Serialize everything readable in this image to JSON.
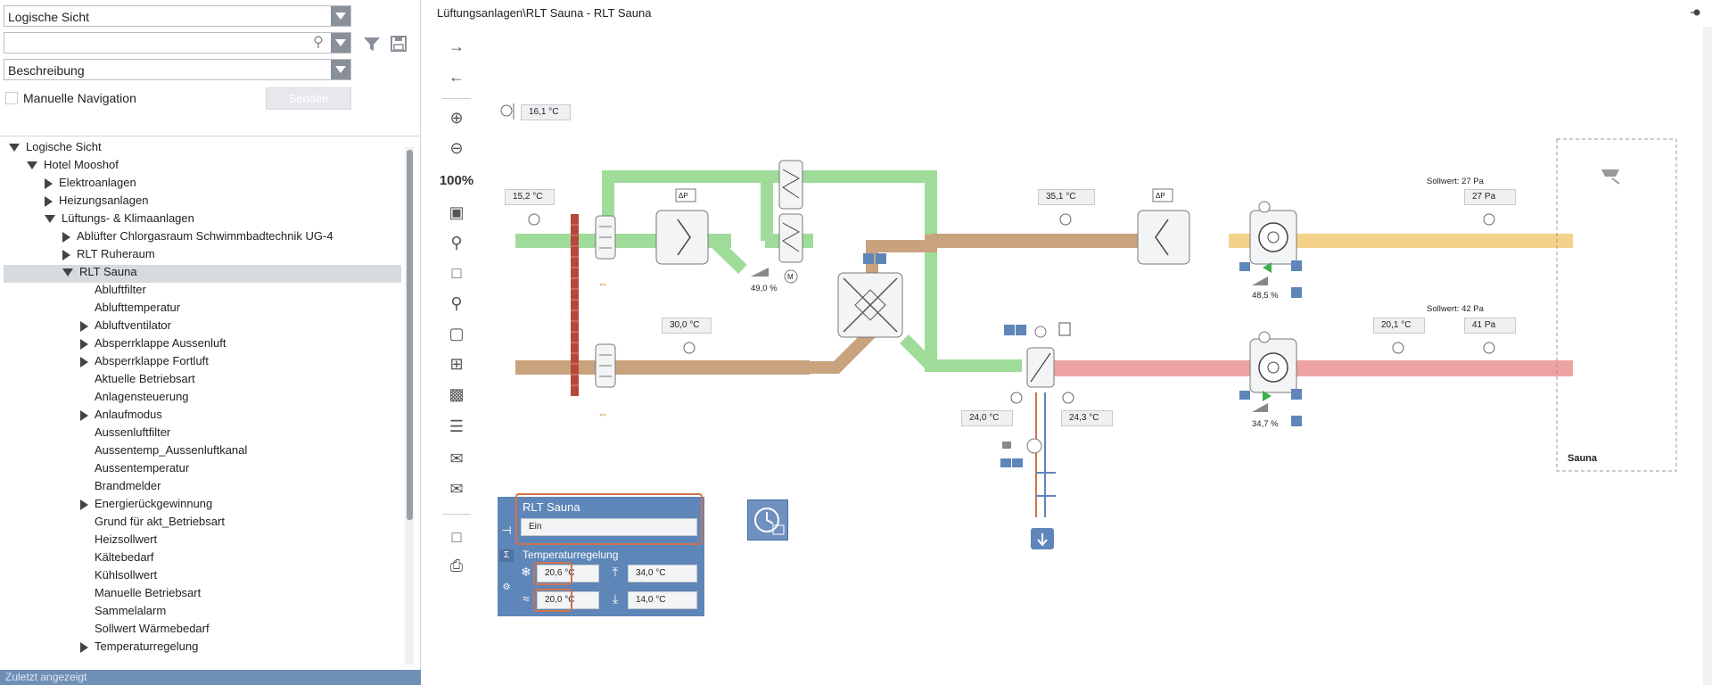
{
  "nav": {
    "view_select": "Logische Sicht",
    "search_value": "",
    "sort_select": "Beschreibung",
    "manual_nav_label": "Manuelle Navigation",
    "send_button": "Senden",
    "recent_label": "Zuletzt angezeigt"
  },
  "tree": [
    {
      "label": "Logische Sicht",
      "state": "expanded"
    },
    {
      "label": "Hotel Mooshof",
      "state": "expanded"
    },
    {
      "label": "Elektroanlagen",
      "state": "collapsed"
    },
    {
      "label": "Heizungsanlagen",
      "state": "collapsed"
    },
    {
      "label": "Lüftungs- & Klimaanlagen",
      "state": "expanded"
    },
    {
      "label": "Ablüfter Chlorgasraum Schwimmbadtechnik UG-4",
      "state": "collapsed"
    },
    {
      "label": "RLT Ruheraum",
      "state": "collapsed"
    },
    {
      "label": "RLT Sauna",
      "state": "expanded",
      "selected": true
    },
    {
      "label": "Abluftfilter",
      "state": "leaf"
    },
    {
      "label": "Ablufttemperatur",
      "state": "leaf"
    },
    {
      "label": "Abluftventilator",
      "state": "collapsed"
    },
    {
      "label": "Absperrklappe Aussenluft",
      "state": "collapsed"
    },
    {
      "label": "Absperrklappe Fortluft",
      "state": "collapsed"
    },
    {
      "label": "Aktuelle Betriebsart",
      "state": "leaf"
    },
    {
      "label": "Anlagensteuerung",
      "state": "leaf"
    },
    {
      "label": "Anlaufmodus",
      "state": "collapsed"
    },
    {
      "label": "Aussenluftfilter",
      "state": "leaf"
    },
    {
      "label": "Aussentemp_Aussenluftkanal",
      "state": "leaf"
    },
    {
      "label": "Aussentemperatur",
      "state": "leaf"
    },
    {
      "label": "Brandmelder",
      "state": "leaf"
    },
    {
      "label": "Energierückgewinnung",
      "state": "collapsed"
    },
    {
      "label": "Grund für akt_Betriebsart",
      "state": "leaf"
    },
    {
      "label": "Heizsollwert",
      "state": "leaf"
    },
    {
      "label": "Kältebedarf",
      "state": "leaf"
    },
    {
      "label": "Kühlsollwert",
      "state": "leaf"
    },
    {
      "label": "Manuelle Betriebsart",
      "state": "leaf"
    },
    {
      "label": "Sammelalarm",
      "state": "leaf"
    },
    {
      "label": "Sollwert Wärmebedarf",
      "state": "leaf"
    },
    {
      "label": "Temperaturregelung",
      "state": "collapsed"
    }
  ],
  "graphic": {
    "breadcrumb": "Lüftungsanlagen\\RLT Sauna   -   RLT Sauna",
    "zoom_level": "100%",
    "outdoor_temp": "16,1 °C",
    "supply_in_temp": "15,2 °C",
    "extract_in_temp": "30,0 °C",
    "exhaust_temp": "35,1 °C",
    "damper_position": "49,0 %",
    "supply_fan_speed": "48,5 %",
    "extract_fan_speed": "34,7 %",
    "heater_flow_temp": "24,0 °C",
    "heater_return_temp": "24,3 °C",
    "supply_pressure_setpoint_label": "Sollwert:  27 Pa",
    "supply_pressure_value": "27 Pa",
    "extract_pressure_setpoint_label": "Sollwert:  42 Pa",
    "extract_pressure_value": "41 Pa",
    "room_temp": "20,1 °C",
    "room_label": "Sauna",
    "colors": {
      "outdoor_air": "#9fdc9a",
      "extract_air": "#c9a27e",
      "supply_air": "#f4d28a",
      "return_air": "#eea3a3",
      "panel_blue": "#5e86b8",
      "highlight": "#d1724b"
    }
  },
  "rlt_panel": {
    "title": "RLT Sauna",
    "state": "Ein"
  },
  "temp_panel": {
    "title": "Temperaturregelung",
    "cooling_setpoint": "20,6 °C",
    "heating_setpoint": "20,0 °C",
    "max_limit": "34,0 °C",
    "min_limit": "14,0 °C"
  }
}
